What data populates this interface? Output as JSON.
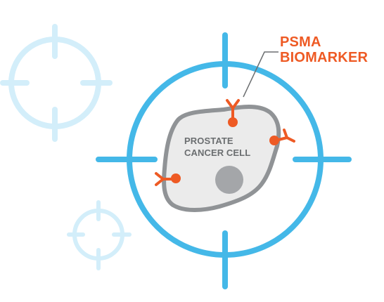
{
  "labels": {
    "cell_line1": "PROSTATE",
    "cell_line2": "CANCER CELL",
    "marker_line1": "PSMA",
    "marker_line2": "BIOMARKER"
  },
  "colors": {
    "crosshair_main": "#44b8e8",
    "crosshair_faint": "#d3eefa",
    "cell_fill": "#ebebeb",
    "cell_outline": "#909396",
    "nucleus": "#a4a6a9",
    "biomarker": "#ee5a24",
    "text_grey": "#6b6e70"
  },
  "icons": [
    "crosshair-large",
    "crosshair-faint",
    "crosshair-faint-small",
    "psma-receptor"
  ]
}
